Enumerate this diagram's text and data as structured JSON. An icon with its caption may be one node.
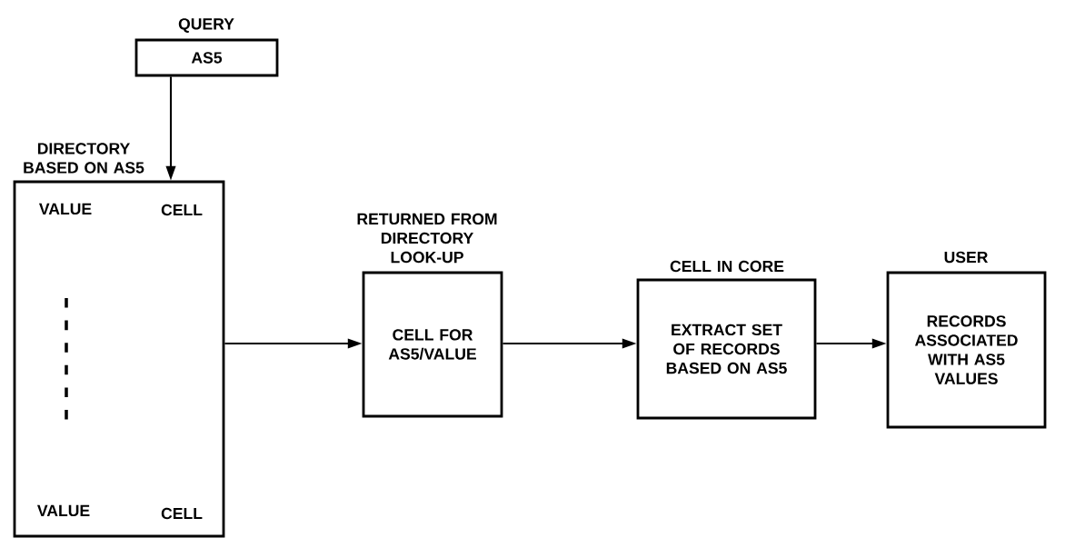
{
  "diagram": {
    "nodes": [
      {
        "text": [
          "QUERY",
          "AS5"
        ]
      },
      {
        "text": [
          "DIRECTORY BASED ON AS5",
          "VALUE",
          "CELL",
          "VALUE",
          "CELL"
        ]
      },
      {
        "text": [
          "RETURNED FROM DIRECTORY LOOK-UP",
          "CELL FOR AS5/VALUE"
        ]
      },
      {
        "text": [
          "CELL IN CORE",
          "EXTRACT SET OF RECORDS BASED ON AS5"
        ]
      },
      {
        "text": [
          "USER",
          "RECORDS ASSOCIATED WITH AS5 VALUES"
        ]
      }
    ],
    "edges": [
      {
        "from": 0,
        "to": 1,
        "arrow": "to"
      },
      {
        "from": 1,
        "to": 2,
        "arrow": "to"
      },
      {
        "from": 2,
        "to": 3,
        "arrow": "to"
      },
      {
        "from": 3,
        "to": 4,
        "arrow": "to"
      }
    ]
  }
}
